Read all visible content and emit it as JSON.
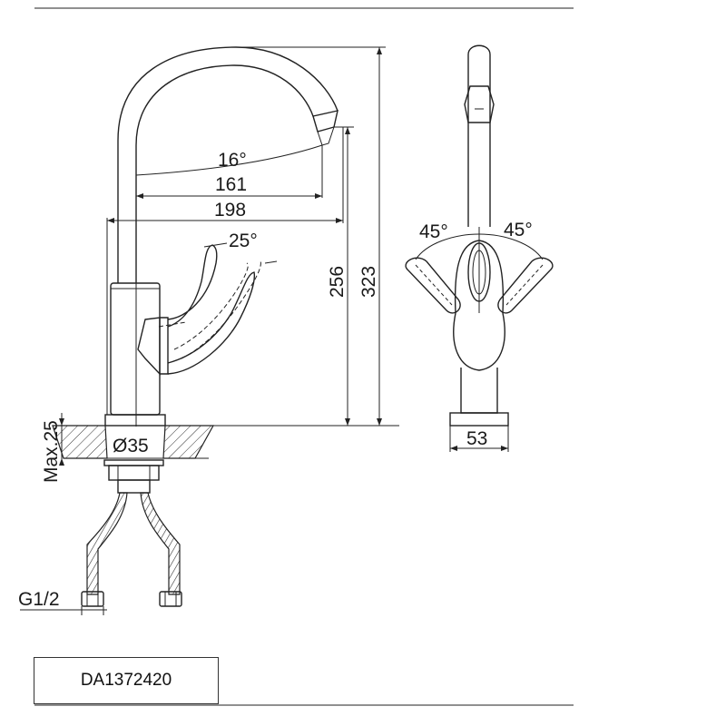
{
  "drawing": {
    "product_code": "DA1372420",
    "dimensions": {
      "spout_angle": "16°",
      "spout_reach": "161",
      "overall_reach": "198",
      "handle_angle": "25°",
      "spout_height": "256",
      "overall_height": "323",
      "max_counter_thickness_label": "Max.25",
      "hole_diameter": "Ø35",
      "connection_thread": "G1/2",
      "handle_left_angle": "45°",
      "handle_right_angle": "45°",
      "base_width": "53"
    }
  }
}
